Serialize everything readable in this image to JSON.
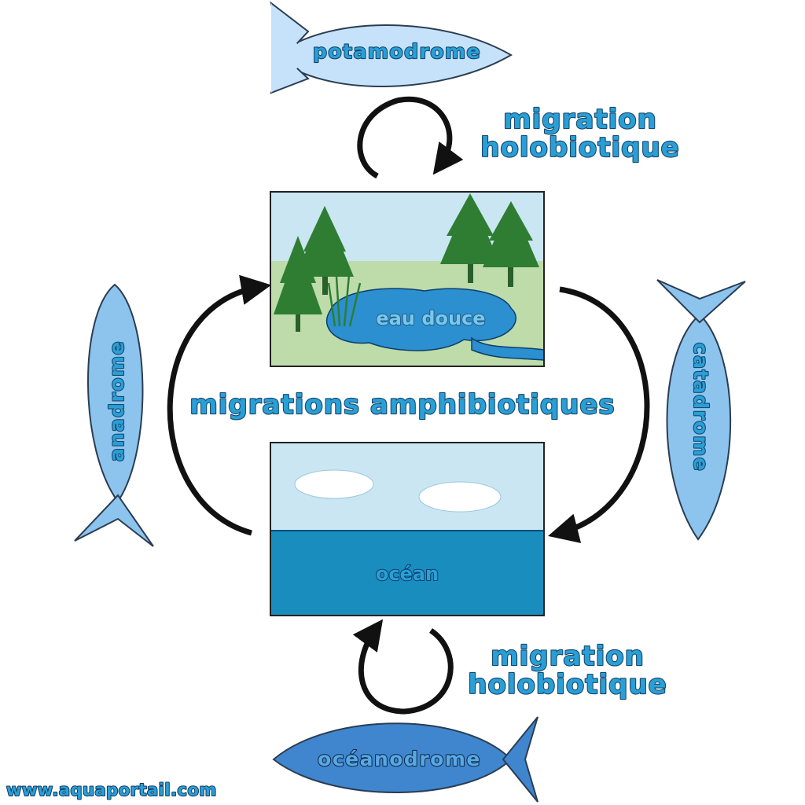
{
  "labels": {
    "potamodrome": "potamodrome",
    "anadrome": "anadrome",
    "catadrome": "catadrome",
    "oceanodrome": "océanodrome",
    "migration_top": [
      "migration",
      "holobiotique"
    ],
    "migration_bottom": [
      "migration",
      "holobiotique"
    ],
    "amphibiotic": "migrations amphibiotiques",
    "freshwater": "eau douce",
    "ocean": "océan",
    "website": "www.aquaportail.com"
  },
  "colors": {
    "label_fill": "#2a9fd6",
    "label_outline": "#16486e",
    "fish_light": "#c6e2fb",
    "fish_medium": "#8cc4ee",
    "fish_dark": "#3f86cf",
    "sky": "#c9e6f2",
    "grass": "#bddcaa",
    "lake": "#2b8fd0",
    "tree": "#2f7d32",
    "ocean": "#1a8dbf",
    "arrow": "#111111"
  }
}
